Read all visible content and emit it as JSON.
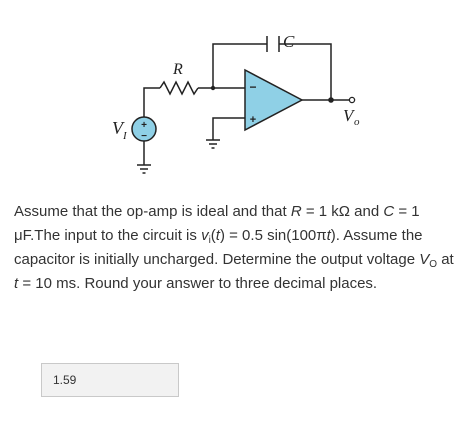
{
  "circuit": {
    "label_c": "C",
    "label_r": "R",
    "label_vi": "V",
    "label_vi_sub": "I",
    "label_vo": "V",
    "label_vo_sub": "o",
    "opamp_minus": "−",
    "opamp_plus": "+",
    "source_plus": "+",
    "source_minus": "−"
  },
  "question": {
    "t1": "Assume that the op-amp is ideal and that ",
    "r_var": "R",
    "t2": " = 1 kΩ and ",
    "c_var": "C",
    "t3": " = 1 μF.The input to the circuit is ",
    "vi_var": "v",
    "vi_sub": "i",
    "t4": "(",
    "t_var1": "t",
    "t5": ") = 0.5 sin(100π",
    "t_var2": "t",
    "t6": ").  Assume the capacitor is initially uncharged. Determine the output voltage ",
    "vo_var": "V",
    "vo_sub": "O",
    "t7": " at ",
    "t_var3": "t",
    "t8": " = 10 ms. Round your answer to three decimal places."
  },
  "answer": {
    "value": "1.59"
  }
}
